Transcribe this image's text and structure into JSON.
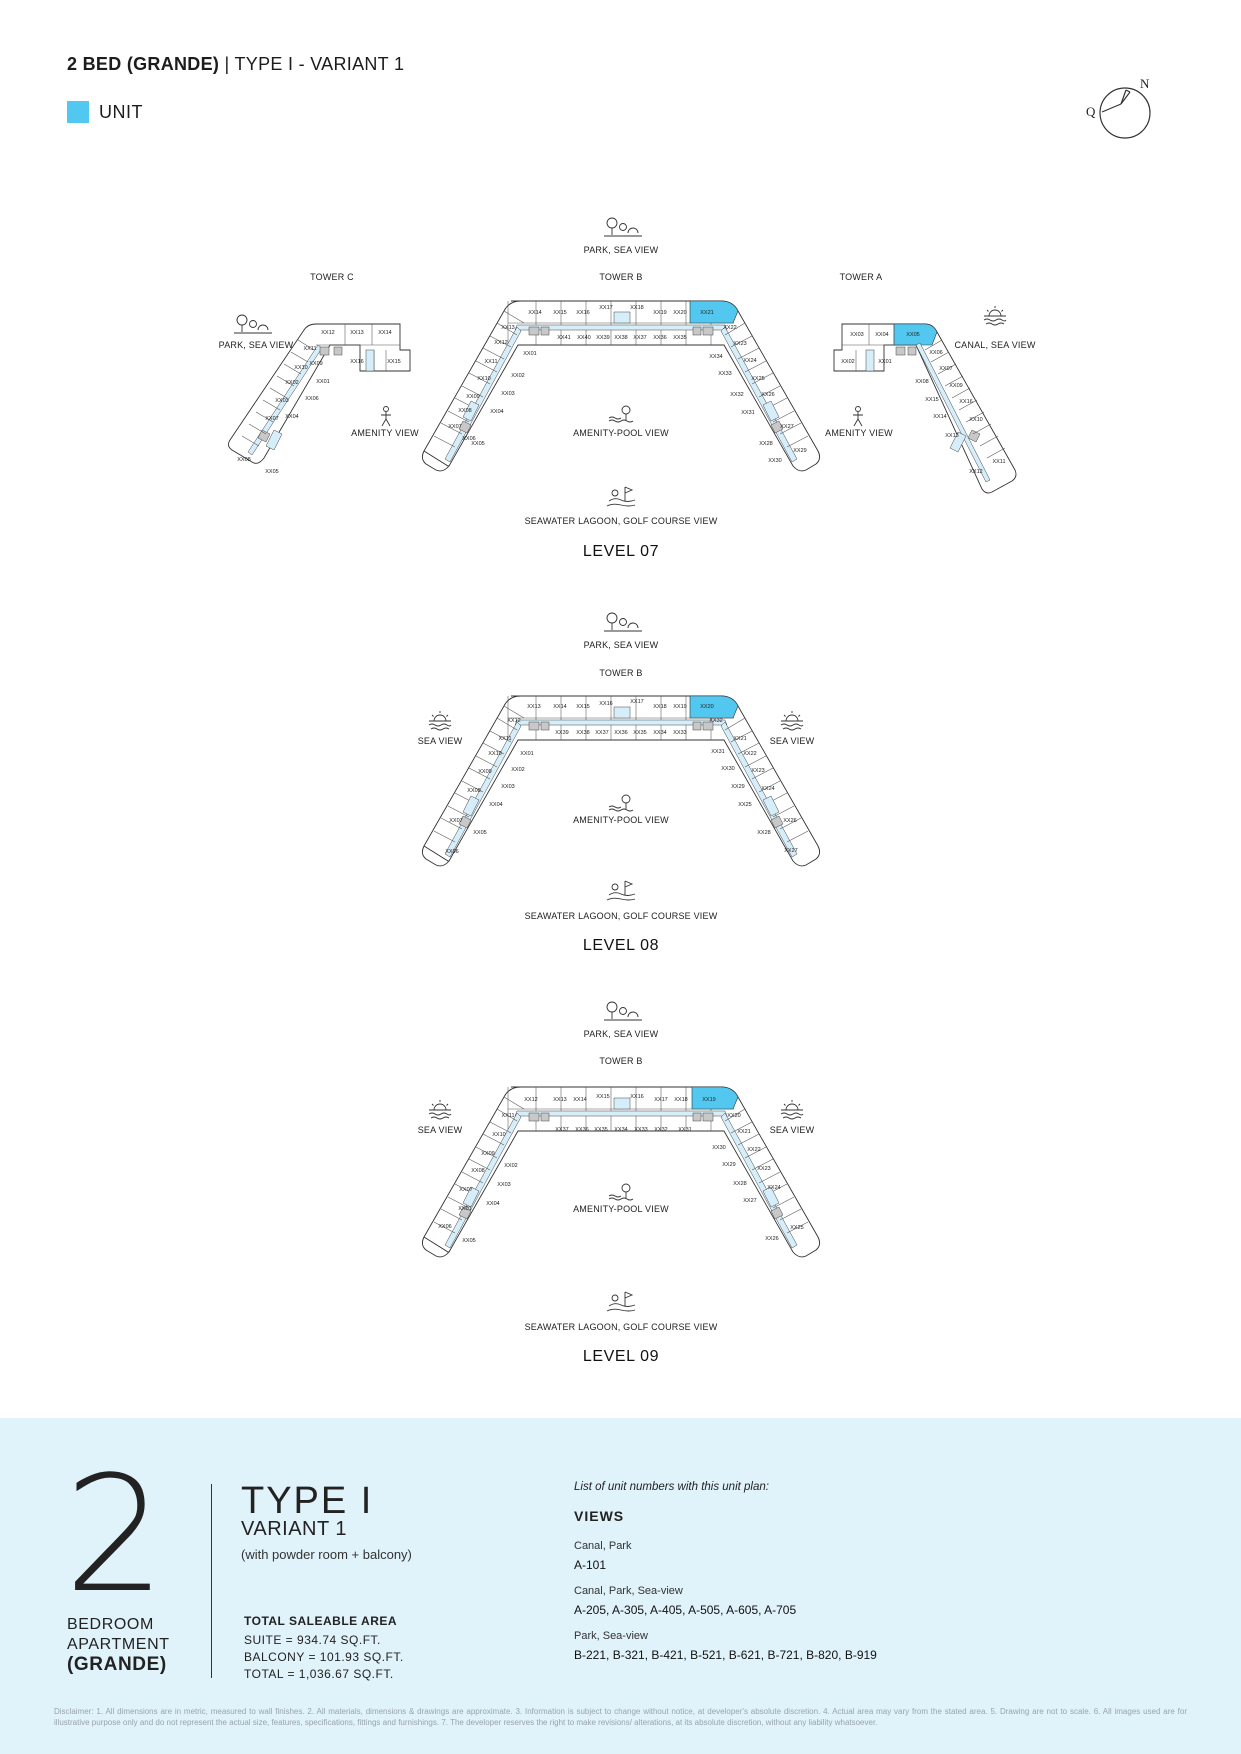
{
  "header": {
    "title_bold": "2 BED (GRANDE)",
    "title_rest": "| TYPE I - VARIANT 1",
    "legend_label": "UNIT",
    "compass_north": "N",
    "compass_other": "Q"
  },
  "colors": {
    "unit": "#52c8f0",
    "footer_bg": "#e0f2fa",
    "corridor": "#d6eefa"
  },
  "levels": [
    {
      "label": "LEVEL 07",
      "view_top": "PARK, SEA VIEW",
      "view_bottom": "SEAWATER LAGOON, GOLF COURSE VIEW",
      "view_center": "AMENITY-POOL VIEW",
      "tower_b": "TOWER B",
      "tower_a": "TOWER A",
      "tower_c": "TOWER C",
      "view_c_left": "PARK, SEA VIEW",
      "view_c_right": "AMENITY VIEW",
      "view_a_left": "AMENITY VIEW",
      "view_a_right": "CANAL, SEA VIEW",
      "top_row": [
        "XX14",
        "XX15",
        "XX16",
        "XX17",
        "XX18",
        "XX19",
        "XX20",
        "XX21"
      ],
      "second_row": [
        "XX41",
        "XX40",
        "XX39",
        "XX38",
        "XX37",
        "XX36",
        "XX35"
      ],
      "left_wing": [
        "XX13",
        "XX12",
        "XX11",
        "XX10",
        "XX09",
        "XX08",
        "XX07",
        "XX06",
        "XX05",
        "XX04",
        "XX03",
        "XX02",
        "XX01"
      ],
      "right_wing": [
        "XX22",
        "XX23",
        "XX24",
        "XX25",
        "XX26",
        "XX27",
        "XX28",
        "XX29",
        "XX30",
        "XX31",
        "XX32",
        "XX33",
        "XX34"
      ],
      "tower_c_units": [
        "XX12",
        "XX13",
        "XX14",
        "XX15",
        "XX16",
        "XX11",
        "XX10",
        "XX02",
        "XX09",
        "XX01",
        "XX03",
        "XX07",
        "XX04",
        "XX06",
        "XX05",
        "XX08"
      ],
      "tower_a_units": [
        "XX03",
        "XX04",
        "XX05",
        "XX02",
        "XX01",
        "XX06",
        "XX07",
        "XX08",
        "XX09",
        "XX10",
        "XX11",
        "XX12",
        "XX13",
        "XX14",
        "XX15",
        "XX16"
      ],
      "highlight_b": "XX21",
      "highlight_a": "XX05"
    },
    {
      "label": "LEVEL 08",
      "view_top": "PARK, SEA VIEW",
      "view_bottom": "SEAWATER LAGOON, GOLF COURSE VIEW",
      "view_center": "AMENITY-POOL VIEW",
      "tower_b": "TOWER B",
      "view_left": "SEA VIEW",
      "view_right": "SEA VIEW",
      "top_row": [
        "XX13",
        "XX14",
        "XX15",
        "XX16",
        "XX17",
        "XX18",
        "XX19",
        "XX20"
      ],
      "second_row": [
        "XX39",
        "XX38",
        "XX37",
        "XX36",
        "XX35",
        "XX34",
        "XX33"
      ],
      "left_wing": [
        "XX12",
        "XX11",
        "XX10",
        "XX09",
        "XX08",
        "XX07",
        "XX06",
        "XX05",
        "XX04",
        "XX03",
        "XX02",
        "XX01"
      ],
      "right_wing": [
        "XX21",
        "XX22",
        "XX23",
        "XX24",
        "XX25",
        "XX26",
        "XX27",
        "XX28",
        "XX29",
        "XX30",
        "XX31",
        "XX32"
      ],
      "highlight_b": "XX20"
    },
    {
      "label": "LEVEL 09",
      "view_top": "PARK, SEA VIEW",
      "view_bottom": "SEAWATER LAGOON, GOLF COURSE VIEW",
      "view_center": "AMENITY-POOL VIEW",
      "tower_b": "TOWER B",
      "view_left": "SEA VIEW",
      "view_right": "SEA VIEW",
      "top_row": [
        "XX12",
        "XX13",
        "XX14",
        "XX15",
        "XX16",
        "XX17",
        "XX18",
        "XX19"
      ],
      "second_row": [
        "XX37",
        "XX36",
        "XX35",
        "XX34",
        "XX33",
        "XX32",
        "XX31"
      ],
      "left_wing": [
        "XX11",
        "XX10",
        "XX09",
        "XX08",
        "XX07",
        "XX06",
        "XX05",
        "XX04",
        "XX03",
        "XX02",
        "XX01"
      ],
      "right_wing": [
        "XX20",
        "XX21",
        "XX22",
        "XX23",
        "XX24",
        "XX25",
        "XX26",
        "XX27",
        "XX28",
        "XX29",
        "XX30"
      ],
      "highlight_b": "XX19"
    }
  ],
  "footer": {
    "big_number": "2",
    "bed_line1": "BEDROOM",
    "bed_line2": "APARTMENT",
    "bed_line3": "(GRANDE)",
    "type_title": "TYPE I",
    "variant": "VARIANT 1",
    "variant_sub": "(with powder room + balcony)",
    "area_heading": "TOTAL SALEABLE AREA",
    "area_suite": "SUITE = 934.74 SQ.FT.",
    "area_balcony": "BALCONY = 101.93 SQ.FT.",
    "area_total": "TOTAL = 1,036.67 SQ.FT.",
    "list_intro": "List of unit numbers with this unit plan:",
    "views_heading": "VIEWS",
    "view_groups": [
      {
        "name": "Canal, Park",
        "units": "A-101"
      },
      {
        "name": "Canal, Park, Sea-view",
        "units": "A-205, A-305, A-405, A-505, A-605, A-705"
      },
      {
        "name": "Park, Sea-view",
        "units": "B-221, B-321, B-421, B-521, B-621, B-721, B-820, B-919"
      }
    ],
    "disclaimer": "Disclaimer: 1. All dimensions are in metric, measured to wall finishes. 2. All materials, dimensions & drawings are approximate. 3. Information is subject to change without notice, at developer's absolute discretion. 4. Actual area may vary from the stated area. 5. Drawing are not to scale. 6. All images used are for illustrative purpose only and do not represent the actual size, features, specifications, fittings and furnishings. 7. The developer reserves the right to make revisions/ alterations, at its absolute discretion, without any liability whatsoever."
  }
}
